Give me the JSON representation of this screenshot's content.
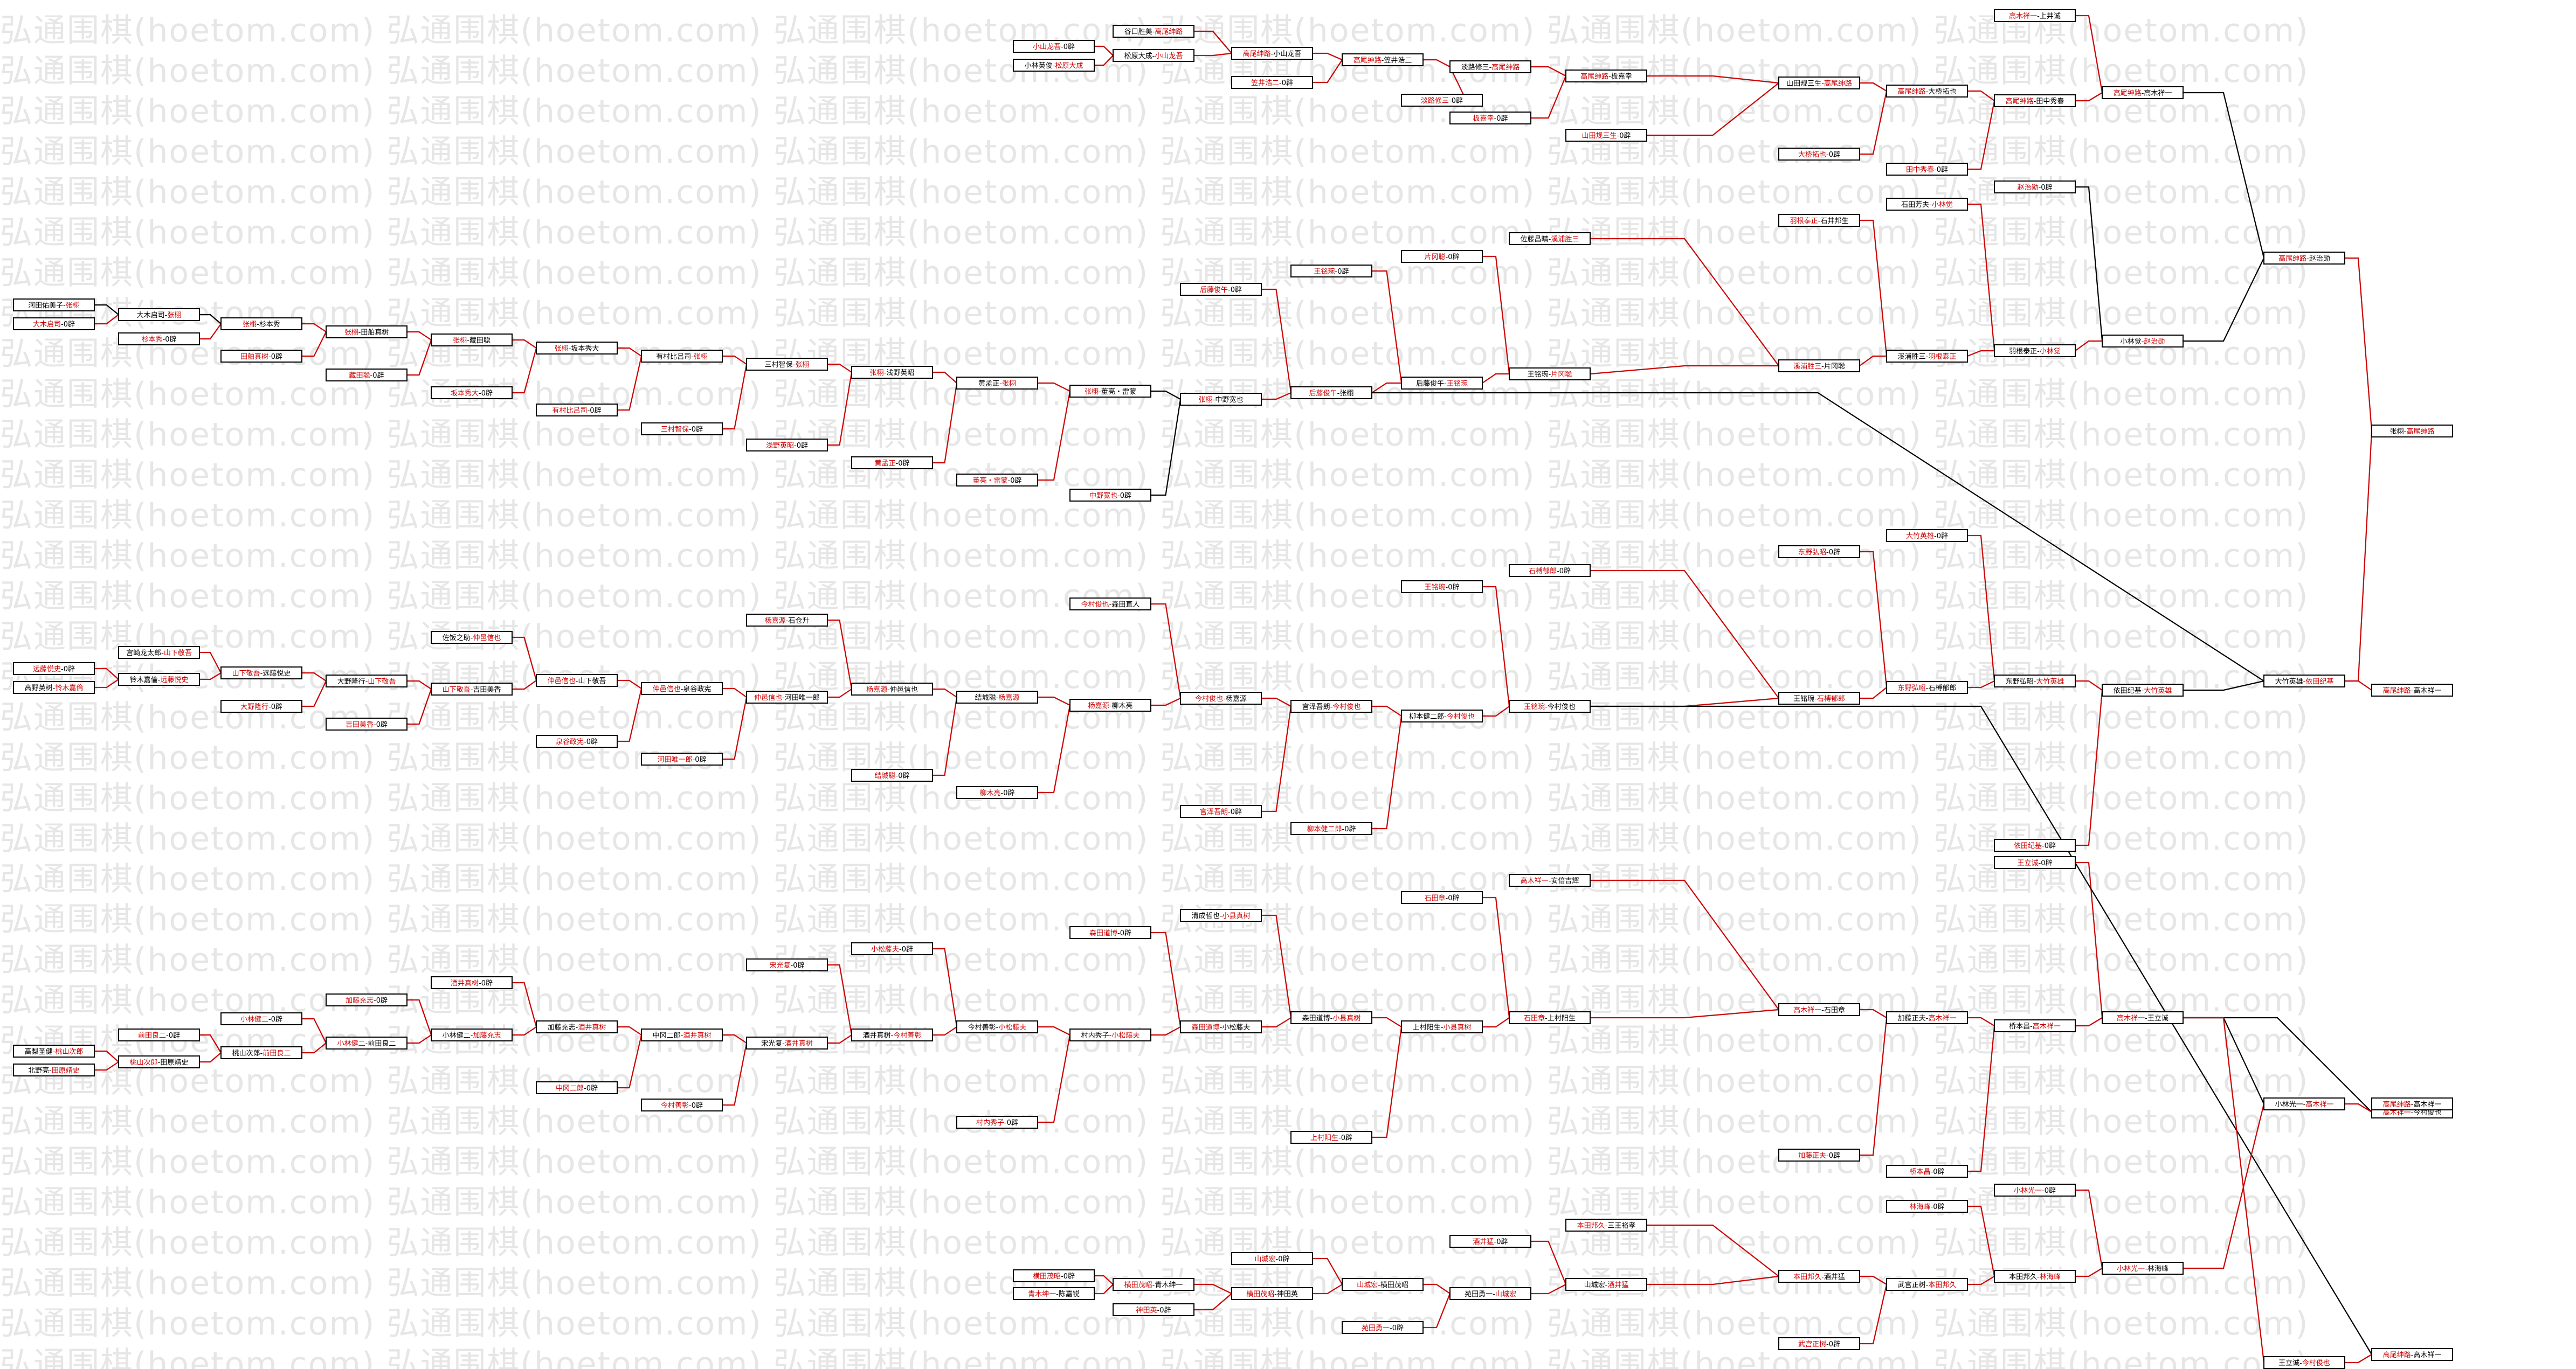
{
  "watermark": "弘通围棋(hoetom.com)",
  "colors": {
    "win": "#cc0000",
    "lose": "#000000",
    "box_fill": "#ffffff",
    "box_stroke": "#000000"
  },
  "nodes": [
    {
      "id": "a1",
      "text": "河田佑美子-张栩",
      "hl": "after"
    },
    {
      "id": "a2",
      "text": "大木启司-0辟",
      "hl": "before"
    },
    {
      "id": "a3",
      "text": "大木启司-张栩",
      "hl": "after"
    },
    {
      "id": "a4",
      "text": "杉本秀-0辟",
      "hl": "before"
    },
    {
      "id": "a5",
      "text": "张栩-杉本秀",
      "hl": "before"
    },
    {
      "id": "a6",
      "text": "田舶真树-0辟",
      "hl": "before"
    },
    {
      "id": "a7",
      "text": "张栩-田舶真树",
      "hl": "before"
    },
    {
      "id": "a8",
      "text": "藏田聪-0辟",
      "hl": "before"
    },
    {
      "id": "a9",
      "text": "张栩-藏田聪",
      "hl": "before"
    },
    {
      "id": "a10",
      "text": "坂本秀大-0辟",
      "hl": "before"
    },
    {
      "id": "a11",
      "text": "张栩-坂本秀大",
      "hl": "before"
    },
    {
      "id": "a12",
      "text": "有村比吕司-0辟",
      "hl": "before"
    },
    {
      "id": "a13",
      "text": "有村比吕司-张栩",
      "hl": "after"
    },
    {
      "id": "a14",
      "text": "三村智保-0辟",
      "hl": "before"
    },
    {
      "id": "a15",
      "text": "三村智保-张栩",
      "hl": "after"
    },
    {
      "id": "a16",
      "text": "浅野英昭-0辟",
      "hl": "before"
    },
    {
      "id": "a17",
      "text": "张栩-浅野英昭",
      "hl": "before"
    },
    {
      "id": "a18",
      "text": "黄孟正-0辟",
      "hl": "before"
    },
    {
      "id": "a19",
      "text": "黄孟正-张栩",
      "hl": "after"
    },
    {
      "id": "a20",
      "text": "董亮・雷蒙-0辟",
      "hl": "before"
    },
    {
      "id": "a21",
      "text": "张栩-董亮・雷蒙",
      "hl": "before"
    },
    {
      "id": "a22",
      "text": "中野宽也-0辟",
      "hl": "before"
    },
    {
      "id": "a23",
      "text": "张栩-中野宽也",
      "hl": "before"
    },
    {
      "id": "a24",
      "text": "后藤俊午-0辟",
      "hl": "before"
    },
    {
      "id": "a25",
      "text": "后藤俊午-张栩",
      "hl": "before"
    },
    {
      "id": "a26",
      "text": "王铭琬-0辟",
      "hl": "before"
    },
    {
      "id": "a27",
      "text": "后藤俊午-王铭琬",
      "hl": "after"
    },
    {
      "id": "a28",
      "text": "片冈聪-0辟",
      "hl": "before"
    },
    {
      "id": "a29",
      "text": "王铭琬-片冈聪",
      "hl": "after"
    },
    {
      "id": "a30",
      "text": "佐藤昌晴-溪浦胜三",
      "hl": "after"
    },
    {
      "id": "a31",
      "text": "溪浦胜三-片冈聪",
      "hl": "before"
    },
    {
      "id": "a32",
      "text": "羽根泰正-石井邦生",
      "hl": "before"
    },
    {
      "id": "a33",
      "text": "溪浦胜三-羽根泰正",
      "hl": "after"
    },
    {
      "id": "a34",
      "text": "石田芳夫-小林觉",
      "hl": "after"
    },
    {
      "id": "a35",
      "text": "羽根泰正-小林觉",
      "hl": "after"
    },
    {
      "id": "a36",
      "text": "赵治勋-0辟",
      "hl": "before"
    },
    {
      "id": "a37",
      "text": "小林觉-赵治勋",
      "hl": "after"
    },
    {
      "id": "a38",
      "text": "小山龙吾-0辟",
      "hl": "before"
    },
    {
      "id": "a39",
      "text": "小林英俊-松原大成",
      "hl": "after"
    },
    {
      "id": "a40",
      "text": "淡路修三-0辟",
      "hl": "before"
    },
    {
      "id": "a41",
      "text": "谷口胜美-高尾绅路",
      "hl": "after"
    },
    {
      "id": "a42",
      "text": "松原大成-小山龙吾",
      "hl": "after"
    },
    {
      "id": "a43",
      "text": "高尾绅路-小山龙吾",
      "hl": "before"
    },
    {
      "id": "a44",
      "text": "笠井浩二-0辟",
      "hl": "before"
    },
    {
      "id": "a45",
      "text": "高尾绅路-笠井浩二",
      "hl": "before"
    },
    {
      "id": "a46",
      "text": "淡路修三-高尾绅路",
      "hl": "after"
    },
    {
      "id": "a47",
      "text": "板嘉幸-0辟",
      "hl": "before"
    },
    {
      "id": "a48",
      "text": "高尾绅路-板嘉幸",
      "hl": "before"
    },
    {
      "id": "a49",
      "text": "山田规三生-0辟",
      "hl": "before"
    },
    {
      "id": "a50",
      "text": "山田规三生-高尾绅路",
      "hl": "after"
    },
    {
      "id": "a51",
      "text": "大桥拓也-0辟",
      "hl": "before"
    },
    {
      "id": "a52",
      "text": "高尾绅路-大桥拓也",
      "hl": "before"
    },
    {
      "id": "a53",
      "text": "田中秀春-0辟",
      "hl": "before"
    },
    {
      "id": "a54",
      "text": "高尾绅路-田中秀春",
      "hl": "before"
    },
    {
      "id": "a55",
      "text": "高木祥一-上井诚",
      "hl": "before"
    },
    {
      "id": "a56",
      "text": "高尾绅路-高木祥一",
      "hl": "before"
    },
    {
      "id": "a57",
      "text": "高尾绅路-赵治勋",
      "hl": "before"
    },
    {
      "id": "a58",
      "text": "张栩-高尾绅路",
      "hl": "after"
    },
    {
      "id": "b1",
      "text": "远藤悦史-0辟",
      "hl": "before"
    },
    {
      "id": "b2",
      "text": "高野英树-铃木嘉倫",
      "hl": "after"
    },
    {
      "id": "b3",
      "text": "宫崎龙太郎-山下敬吾",
      "hl": "after"
    },
    {
      "id": "b4",
      "text": "铃木嘉倫-远藤悦史",
      "hl": "after"
    },
    {
      "id": "b5",
      "text": "山下敬吾-远藤悦史",
      "hl": "before"
    },
    {
      "id": "b6",
      "text": "大野隆行-0辟",
      "hl": "before"
    },
    {
      "id": "b7",
      "text": "大野隆行-山下敬吾",
      "hl": "after"
    },
    {
      "id": "b8",
      "text": "吉田美香-0辟",
      "hl": "before"
    },
    {
      "id": "b9",
      "text": "山下敬吾-吉田美香",
      "hl": "before"
    },
    {
      "id": "b10",
      "text": "佐饭之助-仲邑信也",
      "hl": "after"
    },
    {
      "id": "b11",
      "text": "仲邑信也-山下敬吾",
      "hl": "before"
    },
    {
      "id": "b12",
      "text": "泉谷政宪-0辟",
      "hl": "before"
    },
    {
      "id": "b13",
      "text": "仲邑信也-泉谷政宪",
      "hl": "before"
    },
    {
      "id": "b14",
      "text": "河田唯一郎-0辟",
      "hl": "before"
    },
    {
      "id": "b15",
      "text": "仲邑信也-河田唯一郎",
      "hl": "before"
    },
    {
      "id": "b16",
      "text": "杨嘉源-石仓升",
      "hl": "before"
    },
    {
      "id": "b17",
      "text": "杨嘉源-仲邑信也",
      "hl": "before"
    },
    {
      "id": "b18",
      "text": "结城聪-0辟",
      "hl": "before"
    },
    {
      "id": "b19",
      "text": "结城聪-杨嘉源",
      "hl": "after"
    },
    {
      "id": "b20",
      "text": "柳木亮-0辟",
      "hl": "before"
    },
    {
      "id": "b21",
      "text": "杨嘉源-柳木亮",
      "hl": "before"
    },
    {
      "id": "b22",
      "text": "今村俊也-森田直人",
      "hl": "before"
    },
    {
      "id": "b23",
      "text": "今村俊也-杨嘉源",
      "hl": "before"
    },
    {
      "id": "b24",
      "text": "宫泽吾朗-0辟",
      "hl": "before"
    },
    {
      "id": "b25",
      "text": "宫泽吾朗-今村俊也",
      "hl": "after"
    },
    {
      "id": "b26",
      "text": "柳本健二郎-0辟",
      "hl": "before"
    },
    {
      "id": "b27",
      "text": "柳本健二郎-今村俊也",
      "hl": "after"
    },
    {
      "id": "b28",
      "text": "王铭琬-0辟",
      "hl": "before"
    },
    {
      "id": "b29",
      "text": "王铭琬-今村俊也",
      "hl": "before"
    },
    {
      "id": "b30",
      "text": "石榑郁郎-0辟",
      "hl": "before"
    },
    {
      "id": "b31",
      "text": "王铭琬-石榑郁郎",
      "hl": "after"
    },
    {
      "id": "b32",
      "text": "东野弘昭-0辟",
      "hl": "before"
    },
    {
      "id": "b33",
      "text": "东野弘昭-石榑郁郎",
      "hl": "before"
    },
    {
      "id": "b34",
      "text": "大竹英雄-0辟",
      "hl": "before"
    },
    {
      "id": "b35",
      "text": "东野弘昭-大竹英雄",
      "hl": "after"
    },
    {
      "id": "b36",
      "text": "依田纪基-0辟",
      "hl": "before"
    },
    {
      "id": "b37",
      "text": "依田纪基-大竹英雄",
      "hl": "after"
    },
    {
      "id": "b38",
      "text": "大竹英雄-依田纪基",
      "hl": "after"
    },
    {
      "id": "b39",
      "text": "高尾绅路-高木祥一",
      "hl": "before"
    },
    {
      "id": "c1",
      "text": "高梨圣健-桃山次郎",
      "hl": "after"
    },
    {
      "id": "c2",
      "text": "北野亮-田原靖史",
      "hl": "after"
    },
    {
      "id": "c3",
      "text": "前田良二-0辟",
      "hl": "before"
    },
    {
      "id": "c4",
      "text": "桃山次郎-田原靖史",
      "hl": "before"
    },
    {
      "id": "c5",
      "text": "小林健二-0辟",
      "hl": "before"
    },
    {
      "id": "c6",
      "text": "桃山次郎-前田良二",
      "hl": "after"
    },
    {
      "id": "c7",
      "text": "小林健二-前田良二",
      "hl": "before"
    },
    {
      "id": "c8",
      "text": "加藤充志-0辟",
      "hl": "before"
    },
    {
      "id": "c9",
      "text": "小林健二-加藤充志",
      "hl": "after"
    },
    {
      "id": "c10",
      "text": "酒井真树-0辟",
      "hl": "before"
    },
    {
      "id": "c11",
      "text": "加藤充志-酒井真树",
      "hl": "after"
    },
    {
      "id": "c12",
      "text": "中冈二郎-0辟",
      "hl": "before"
    },
    {
      "id": "c13",
      "text": "中冈二郎-酒井真树",
      "hl": "after"
    },
    {
      "id": "c14",
      "text": "今村善彰-0辟",
      "hl": "before"
    },
    {
      "id": "c15",
      "text": "宋光复-0辟",
      "hl": "before"
    },
    {
      "id": "c16",
      "text": "宋光复-酒井真树",
      "hl": "after"
    },
    {
      "id": "c17",
      "text": "小松藤夫-0辟",
      "hl": "before"
    },
    {
      "id": "c18",
      "text": "酒井真树-今村善彰",
      "hl": "after"
    },
    {
      "id": "c19",
      "text": "今村善彰-小松藤夫",
      "hl": "after"
    },
    {
      "id": "c20",
      "text": "村内秀子-0辟",
      "hl": "before"
    },
    {
      "id": "c21",
      "text": "村内秀子-小松藤夫",
      "hl": "after"
    },
    {
      "id": "c22",
      "text": "森田道博-0辟",
      "hl": "before"
    },
    {
      "id": "c23",
      "text": "森田道博-小松藤夫",
      "hl": "before"
    },
    {
      "id": "c24",
      "text": "清成哲也-小县真树",
      "hl": "after"
    },
    {
      "id": "c25",
      "text": "森田道博-小县真树",
      "hl": "after"
    },
    {
      "id": "c26",
      "text": "上村阳生-0辟",
      "hl": "before"
    },
    {
      "id": "c27",
      "text": "上村阳生-小县真树",
      "hl": "after"
    },
    {
      "id": "c28",
      "text": "石田章-0辟",
      "hl": "before"
    },
    {
      "id": "c29",
      "text": "石田章-上村阳生",
      "hl": "before"
    },
    {
      "id": "c30",
      "text": "高木祥一-安倍吉辉",
      "hl": "before"
    },
    {
      "id": "c31",
      "text": "高木祥一-石田章",
      "hl": "before"
    },
    {
      "id": "c32",
      "text": "加藤正夫-0辟",
      "hl": "before"
    },
    {
      "id": "c33",
      "text": "加藤正夫-高木祥一",
      "hl": "after"
    },
    {
      "id": "c34",
      "text": "桥本昌-0辟",
      "hl": "before"
    },
    {
      "id": "c35",
      "text": "桥本昌-高木祥一",
      "hl": "after"
    },
    {
      "id": "c36",
      "text": "高木祥一-王立诚",
      "hl": "before"
    },
    {
      "id": "c37",
      "text": "小林光一-高木祥一",
      "hl": "after"
    },
    {
      "id": "c38",
      "text": "高木祥一-今村俊也",
      "hl": "before"
    },
    {
      "id": "c39",
      "text": "高尾绅路-高木祥一",
      "hl": "before"
    },
    {
      "id": "c40",
      "text": "王立诚-0辟",
      "hl": "before"
    },
    {
      "id": "d1",
      "text": "横田茂昭-0辟",
      "hl": "before"
    },
    {
      "id": "d2",
      "text": "青木绅一-陈嘉锐",
      "hl": "before"
    },
    {
      "id": "d3",
      "text": "横田茂昭-青木绅一",
      "hl": "before"
    },
    {
      "id": "d4",
      "text": "神田英-0辟",
      "hl": "before"
    },
    {
      "id": "d5",
      "text": "横田茂昭-神田英",
      "hl": "before"
    },
    {
      "id": "d6",
      "text": "山城宏-0辟",
      "hl": "before"
    },
    {
      "id": "d7",
      "text": "山城宏-横田茂昭",
      "hl": "before"
    },
    {
      "id": "d8",
      "text": "苑田勇一-0辟",
      "hl": "before"
    },
    {
      "id": "d9",
      "text": "苑田勇一-山城宏",
      "hl": "after"
    },
    {
      "id": "d10",
      "text": "酒井猛-0辟",
      "hl": "before"
    },
    {
      "id": "d11",
      "text": "山城宏-酒井猛",
      "hl": "after"
    },
    {
      "id": "d12",
      "text": "本田邦久-三王裕孝",
      "hl": "before"
    },
    {
      "id": "d13",
      "text": "本田邦久-酒井猛",
      "hl": "before"
    },
    {
      "id": "d14",
      "text": "武宫正树-0辟",
      "hl": "before"
    },
    {
      "id": "d15",
      "text": "武宫正树-本田邦久",
      "hl": "after"
    },
    {
      "id": "d16",
      "text": "林海峰-0辟",
      "hl": "before"
    },
    {
      "id": "d17",
      "text": "本田邦久-林海峰",
      "hl": "after"
    },
    {
      "id": "d18",
      "text": "小林光一-0辟",
      "hl": "before"
    },
    {
      "id": "d19",
      "text": "小林光一-林海峰",
      "hl": "before"
    },
    {
      "id": "d20",
      "text": "王立诚-今村俊也",
      "hl": "after"
    },
    {
      "id": "d21",
      "text": "高尾绅路-高木祥一",
      "hl": "before"
    }
  ]
}
